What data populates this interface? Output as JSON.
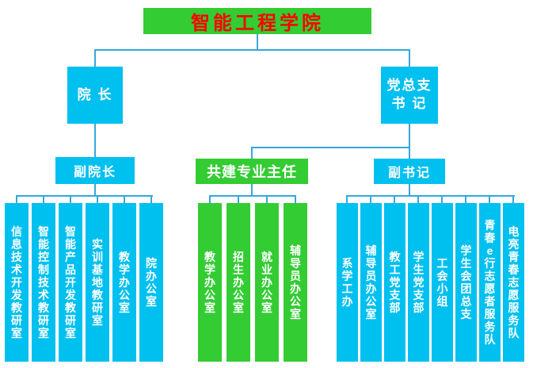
{
  "colors": {
    "cyan": "#00c0f0",
    "green": "#33cc33",
    "line": "#35a7dd",
    "titleText": "#ff0000"
  },
  "title": {
    "label": "智能工程学院"
  },
  "nodes": {
    "dean": "院 长",
    "party_secretary": "党总支\n书 记",
    "vice_dean": "副院长",
    "joint_major_director": "共建专业主任",
    "deputy_secretary": "副书记"
  },
  "groups": {
    "dean_departments": [
      "信息技术开发教研室",
      "智能控制技术教研室",
      "智能产品开发教研室",
      "实训基地教研室",
      "教学办公室",
      "院办公室"
    ],
    "joint_offices": [
      "教学办公室",
      "招生办公室",
      "就业办公室",
      "辅导员办公室"
    ],
    "party_departments": [
      "系学工办",
      "辅导员办公室",
      "教工党支部",
      "学生党支部",
      "工会小组",
      "学生会团总支",
      "青春e行志愿者服务队",
      "电亮青春志愿服务队"
    ]
  }
}
